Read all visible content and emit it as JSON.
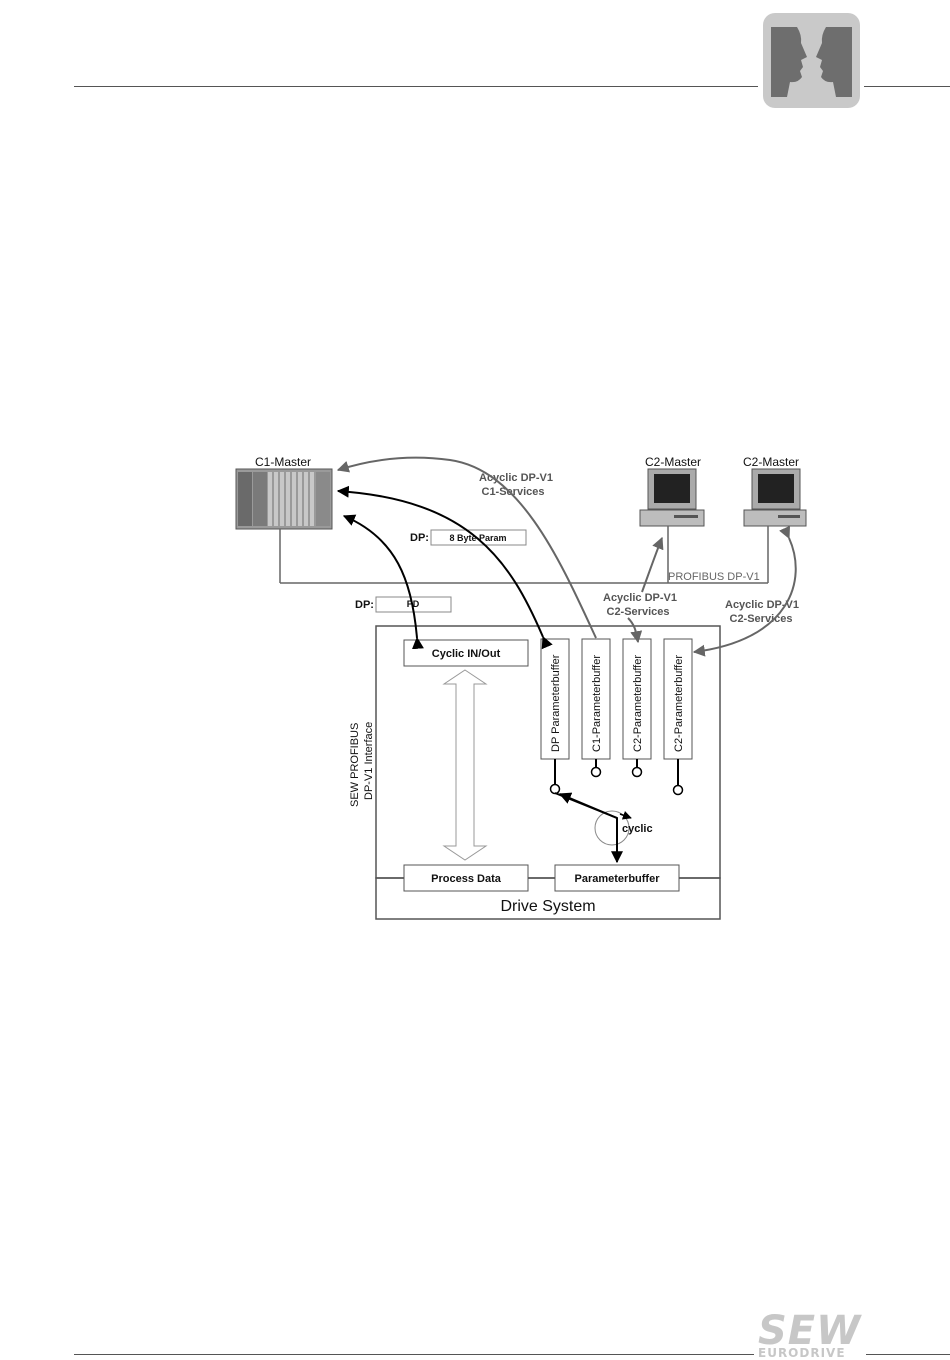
{
  "diagram": {
    "c1_master": "C1-Master",
    "c2_master_1": "C2-Master",
    "c2_master_2": "C2-Master",
    "acyclic_c1_line1": "Acyclic DP-V1",
    "acyclic_c1_line2": "C1-Services",
    "acyclic_c2a_line1": "Acyclic DP-V1",
    "acyclic_c2a_line2": "C2-Services",
    "acyclic_c2b_line1": "Acyclic DP-V1",
    "acyclic_c2b_line2": "C2-Services",
    "dp_label_1": "DP:",
    "dp_box_1": "8 Byte Param",
    "dp_label_2": "DP:",
    "dp_box_2": "PD",
    "profibus_bus": "PROFIBUS DP-V1",
    "interface_line1": "SEW PROFIBUS",
    "interface_line2": "DP-V1 Interface",
    "cyclic_in_out": "Cyclic IN/Out",
    "dp_parameterbuffer": "DP Parameterbuffer",
    "c1_parameterbuffer": "C1-Parameterbuffer",
    "c2_parameterbuffer_1": "C2-Parameterbuffer",
    "c2_parameterbuffer_2": "C2-Parameterbuffer",
    "cyclic": "cyclic",
    "process_data": "Process Data",
    "parameterbuffer": "Parameterbuffer",
    "drive_system": "Drive System"
  },
  "footer": {
    "logo_sew": "SEW",
    "logo_eurodrive": "EURODRIVE"
  },
  "colors": {
    "gray_arrow": "#666666",
    "black_arrow": "#000000",
    "box_border": "#555555",
    "logo_gray": "#c7c7c7"
  },
  "icons": {
    "header": "two-faces-icon",
    "c1": "plc-rack-icon",
    "c2": "desktop-computer-icon"
  }
}
